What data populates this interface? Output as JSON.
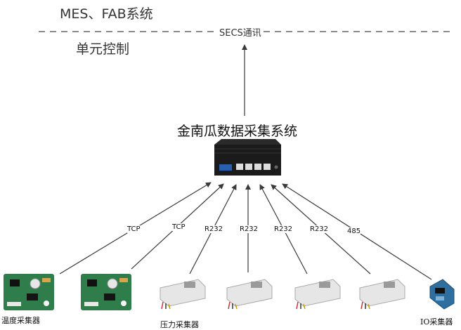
{
  "header": {
    "mes_fab": "MES、FAB系统",
    "secs": "SECS通讯",
    "unit_control": "单元控制"
  },
  "gateway": {
    "title": "金南瓜数据采集系统"
  },
  "connections": [
    {
      "label": "TCP"
    },
    {
      "label": "TCP"
    },
    {
      "label": "R232"
    },
    {
      "label": "R232"
    },
    {
      "label": "R232"
    },
    {
      "label": "R232"
    },
    {
      "label": "485"
    }
  ],
  "devices": {
    "temperature": "温度采集器",
    "pressure": "压力采集器",
    "io": "IO采集器"
  },
  "colors": {
    "line": "#3a3a3a",
    "dash": "#444444",
    "pcb_green": "#2e7d4a",
    "box_dark": "#1b1b1b",
    "module_grey": "#e6e6e6",
    "io_blue": "#2f6fa0"
  }
}
